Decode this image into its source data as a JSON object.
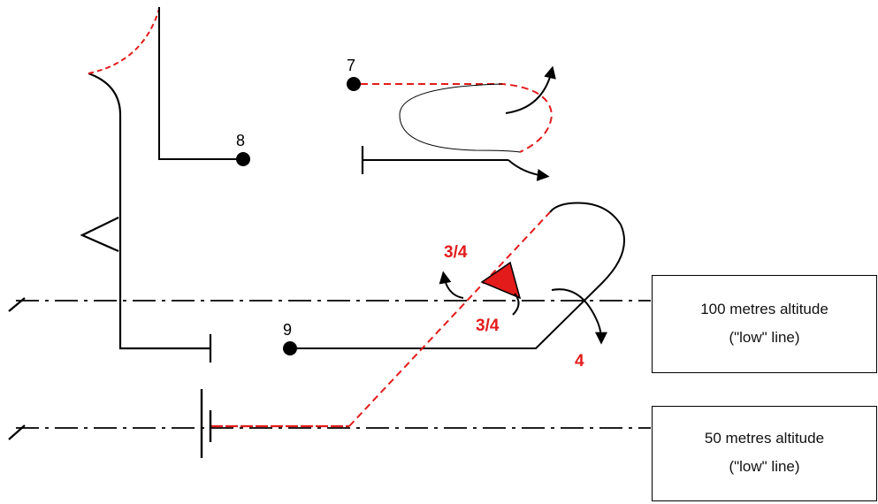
{
  "colors": {
    "black": "#000000",
    "red": "#e31b1b"
  },
  "figure_numbers": {
    "n7": "7",
    "n8": "8",
    "n9": "9"
  },
  "figure_labels": {
    "upper_left": "3/4",
    "upper_right": "3/4",
    "bottom": "4"
  },
  "boxes": {
    "altitude_100": {
      "line1": "100 metres altitude",
      "line2": "(\"low\" line)"
    },
    "altitude_50": {
      "line1": "50 metres altitude",
      "line2": "(\"low\" line)"
    }
  }
}
